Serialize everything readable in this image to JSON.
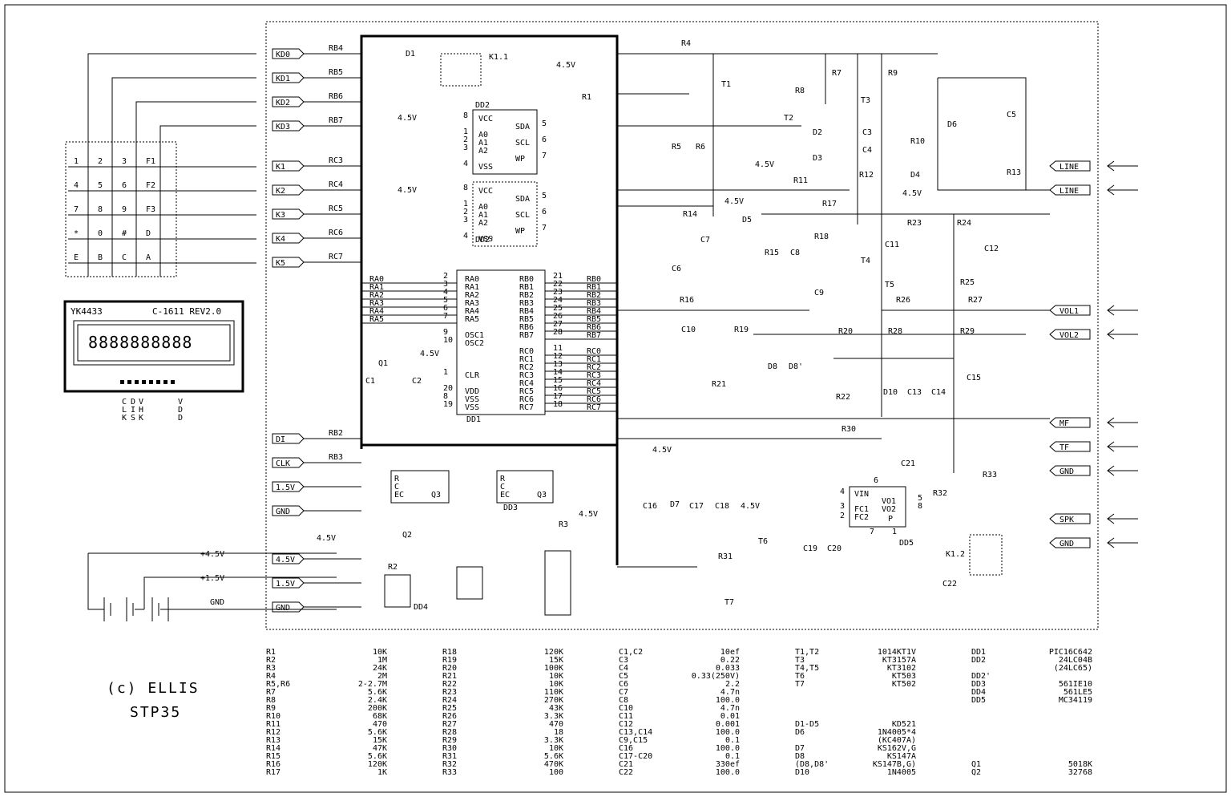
{
  "title": {
    "line1": "(c) ELLIS",
    "line2": "STP35"
  },
  "lcd": {
    "model": "YK4433",
    "revision": "C-1611 REV2.0",
    "display": "8888888888",
    "pins": [
      "CLK",
      "DIS",
      "VHK",
      "VDD"
    ]
  },
  "keypad": {
    "rows": [
      [
        "1",
        "2",
        "3",
        "F1"
      ],
      [
        "4",
        "5",
        "6",
        "F2"
      ],
      [
        "7",
        "8",
        "9",
        "F3"
      ],
      [
        "*",
        "0",
        "#",
        "D"
      ],
      [
        "E",
        "B",
        "C",
        "A"
      ]
    ]
  },
  "ports_left": [
    {
      "tag": "KD0",
      "pin": "RB4"
    },
    {
      "tag": "KD1",
      "pin": "RB5"
    },
    {
      "tag": "KD2",
      "pin": "RB6"
    },
    {
      "tag": "KD3",
      "pin": "RB7"
    },
    {
      "tag": "K1",
      "pin": "RC3"
    },
    {
      "tag": "K2",
      "pin": "RC4"
    },
    {
      "tag": "K3",
      "pin": "RC5"
    },
    {
      "tag": "K4",
      "pin": "RC6"
    },
    {
      "tag": "K5",
      "pin": "RC7"
    },
    {
      "tag": "DI",
      "pin": "RB2"
    },
    {
      "tag": "CLK",
      "pin": "RB3"
    },
    {
      "tag": "1.5V",
      "pin": ""
    },
    {
      "tag": "GND",
      "pin": ""
    },
    {
      "tag": "4.5V",
      "pin": ""
    },
    {
      "tag": "1.5V",
      "pin": ""
    },
    {
      "tag": "GND",
      "pin": ""
    }
  ],
  "battery": {
    "v45": "+4.5V",
    "v15": "+1.5V",
    "gnd": "GND"
  },
  "ports_right": [
    "LINE",
    "LINE",
    "VOL1",
    "VOL2",
    "MF",
    "TF",
    "GND",
    "SPK",
    "GND"
  ],
  "voltage": "4.5V",
  "dd2": {
    "name": "DD2",
    "name2": "DD2'",
    "left": [
      "VCC",
      "A0",
      "A1",
      "A2",
      "VSS"
    ],
    "right": [
      "SDA",
      "SCL",
      "WP"
    ],
    "lpins": [
      "8",
      "1",
      "2",
      "3",
      "4"
    ],
    "rpins": [
      "5",
      "6",
      "7"
    ]
  },
  "dd1": {
    "name": "DD1",
    "left": [
      [
        "2",
        "RA0"
      ],
      [
        "3",
        "RA1"
      ],
      [
        "4",
        "RA2"
      ],
      [
        "5",
        "RA3"
      ],
      [
        "6",
        "RA4"
      ],
      [
        "7",
        "RA5"
      ],
      [
        "9",
        "OSC1"
      ],
      [
        "10",
        "OSC2"
      ],
      [
        "1",
        "CLR"
      ],
      [
        "20",
        "VDD"
      ],
      [
        "8",
        "VSS"
      ],
      [
        "19",
        "VSS"
      ]
    ],
    "right": [
      [
        "21",
        "RB0"
      ],
      [
        "22",
        "RB1"
      ],
      [
        "23",
        "RB2"
      ],
      [
        "24",
        "RB3"
      ],
      [
        "25",
        "RB4"
      ],
      [
        "26",
        "RB5"
      ],
      [
        "27",
        "RB6"
      ],
      [
        "28",
        "RB7"
      ],
      [
        "11",
        "RC0"
      ],
      [
        "12",
        "RC1"
      ],
      [
        "13",
        "RC2"
      ],
      [
        "14",
        "RC3"
      ],
      [
        "15",
        "RC4"
      ],
      [
        "16",
        "RC5"
      ],
      [
        "17",
        "RC6"
      ],
      [
        "18",
        "RC7"
      ]
    ]
  },
  "dd3": {
    "name": "DD3",
    "pins": [
      "R",
      "C",
      "EC",
      "Q3"
    ]
  },
  "dd5": {
    "name": "DD5",
    "pins": [
      "VIN",
      "FC1",
      "FC2",
      "VO1",
      "VO2",
      "P"
    ],
    "nums": [
      "4",
      "6",
      "3",
      "2",
      "5",
      "8",
      "1",
      "7"
    ]
  },
  "labels": {
    "R": [
      "R1",
      "R2",
      "R3",
      "R4",
      "R5",
      "R6",
      "R7",
      "R8",
      "R9",
      "R10",
      "R11",
      "R12",
      "R13",
      "R14",
      "R15",
      "R16",
      "R17",
      "R18",
      "R19",
      "R20",
      "R21",
      "R22",
      "R23",
      "R24",
      "R25",
      "R26",
      "R27",
      "R28",
      "R29",
      "R30",
      "R31",
      "R32",
      "R33"
    ],
    "C": [
      "C1",
      "C2",
      "C3",
      "C4",
      "C5",
      "C6",
      "C7",
      "C8",
      "C9",
      "C10",
      "C11",
      "C12",
      "C13",
      "C14",
      "C15",
      "C16",
      "C17",
      "C18",
      "C19",
      "C20",
      "C21",
      "C22"
    ],
    "misc": [
      "T1",
      "T2",
      "T3",
      "T4",
      "T5",
      "T6",
      "T7",
      "D1",
      "D2",
      "D3",
      "D4",
      "D5",
      "D6",
      "D7",
      "D8",
      "D8'",
      "D10",
      "Q1",
      "Q2",
      "K1.1",
      "K1.2",
      "DD4"
    ]
  },
  "parts_list": [
    [
      [
        "R1",
        "10K"
      ],
      [
        "R2",
        "1M"
      ],
      [
        "R3",
        "24K"
      ],
      [
        "R4",
        "2M"
      ],
      [
        "R5,R6",
        "2-2.7M"
      ],
      [
        "R7",
        "5.6K"
      ],
      [
        "R8",
        "2.4K"
      ],
      [
        "R9",
        "200K"
      ],
      [
        "R10",
        "68K"
      ],
      [
        "R11",
        "470"
      ],
      [
        "R12",
        "5.6K"
      ],
      [
        "R13",
        "15K"
      ],
      [
        "R14",
        "47K"
      ],
      [
        "R15",
        "5.6K"
      ],
      [
        "R16",
        "120K"
      ],
      [
        "R17",
        "1K"
      ]
    ],
    [
      [
        "R18",
        "120K"
      ],
      [
        "R19",
        "15K"
      ],
      [
        "R20",
        "100K"
      ],
      [
        "R21",
        "10K"
      ],
      [
        "R22",
        "10K"
      ],
      [
        "R23",
        "110K"
      ],
      [
        "R24",
        "270K"
      ],
      [
        "R25",
        "43K"
      ],
      [
        "R26",
        "3.3K"
      ],
      [
        "R27",
        "470"
      ],
      [
        "R28",
        "18"
      ],
      [
        "R29",
        "3.3K"
      ],
      [
        "R30",
        "10K"
      ],
      [
        "R31",
        "5.6K"
      ],
      [
        "R32",
        "470K"
      ],
      [
        "R33",
        "100"
      ]
    ],
    [
      [
        "C1,C2",
        "10ef"
      ],
      [
        "C3",
        "0.22"
      ],
      [
        "C4",
        "0.033"
      ],
      [
        "C5",
        "0.33(250V)"
      ],
      [
        "C6",
        "2.2"
      ],
      [
        "C7",
        "4.7n"
      ],
      [
        "C8",
        "100.0"
      ],
      [
        "C10",
        "4.7n"
      ],
      [
        "C11",
        "0.01"
      ],
      [
        "C12",
        "0.001"
      ],
      [
        "C13,C14",
        "100.0"
      ],
      [
        "C9,C15",
        "0.1"
      ],
      [
        "C16",
        "100.0"
      ],
      [
        "C17-C20",
        "0.1"
      ],
      [
        "C21",
        "330ef"
      ],
      [
        "C22",
        "100.0"
      ]
    ],
    [
      [
        "T1,T2",
        "1014KT1V"
      ],
      [
        "T3",
        "KT3157A"
      ],
      [
        "T4,T5",
        "KT3102"
      ],
      [
        "T6",
        "KT503"
      ],
      [
        "T7",
        "KT502"
      ],
      [
        "",
        ""
      ],
      [
        "",
        ""
      ],
      [
        "",
        ""
      ],
      [
        "",
        ""
      ],
      [
        "D1-D5",
        "KD521"
      ],
      [
        "D6",
        "1N4005*4"
      ],
      [
        "",
        "(KC407A)"
      ],
      [
        "D7",
        "KS162V,G"
      ],
      [
        "D8",
        "KS147A"
      ],
      [
        "(D8,D8'",
        "KS147B,G)"
      ],
      [
        "D10",
        "1N4005"
      ]
    ],
    [
      [
        "DD1",
        "PIC16C642"
      ],
      [
        "DD2",
        "24LC04B"
      ],
      [
        "",
        "(24LC65)"
      ],
      [
        "DD2'",
        ""
      ],
      [
        "DD3",
        "561IE10"
      ],
      [
        "DD4",
        "561LE5"
      ],
      [
        "DD5",
        "MC34119"
      ],
      [
        "",
        ""
      ],
      [
        "",
        ""
      ],
      [
        "",
        ""
      ],
      [
        "",
        ""
      ],
      [
        "",
        ""
      ],
      [
        "",
        ""
      ],
      [
        "",
        ""
      ],
      [
        "Q1",
        "5018K"
      ],
      [
        "Q2",
        "32768"
      ]
    ]
  ]
}
